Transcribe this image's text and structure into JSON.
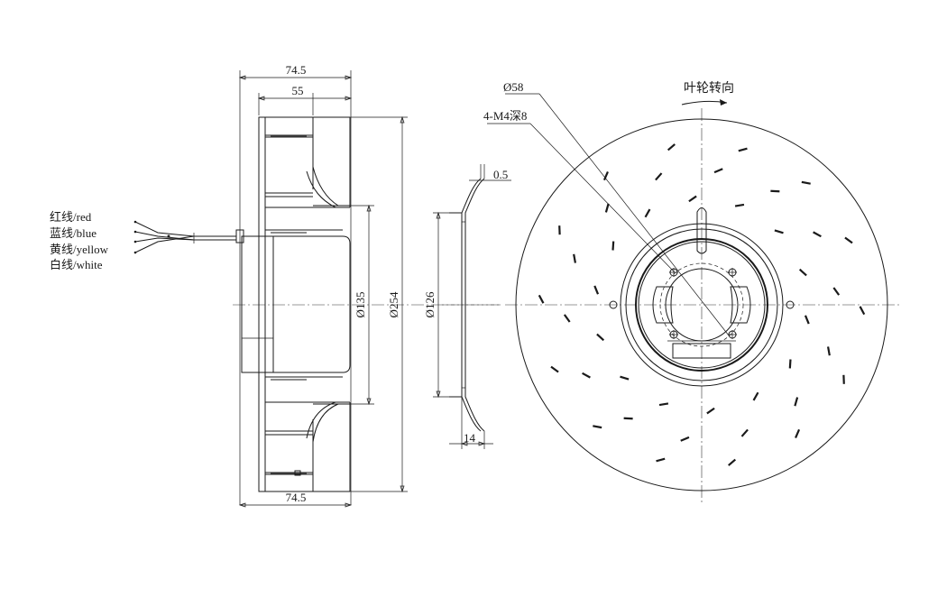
{
  "dimensions": {
    "top_width": "74.5",
    "inner_width": "55",
    "bottom_width": "74.5",
    "motor_diameter": "Ø135",
    "outer_diameter": "Ø254",
    "inlet_diameter": "Ø126",
    "flange_thickness": "0.5",
    "inlet_depth": "14",
    "bolt_circle": "Ø58",
    "mount_holes": "4-M4深8"
  },
  "rotation_label": "叶轮转向",
  "wires": [
    {
      "label": "红线/red"
    },
    {
      "label": "蓝线/blue"
    },
    {
      "label": "黄线/yellow"
    },
    {
      "label": "白线/white"
    }
  ]
}
